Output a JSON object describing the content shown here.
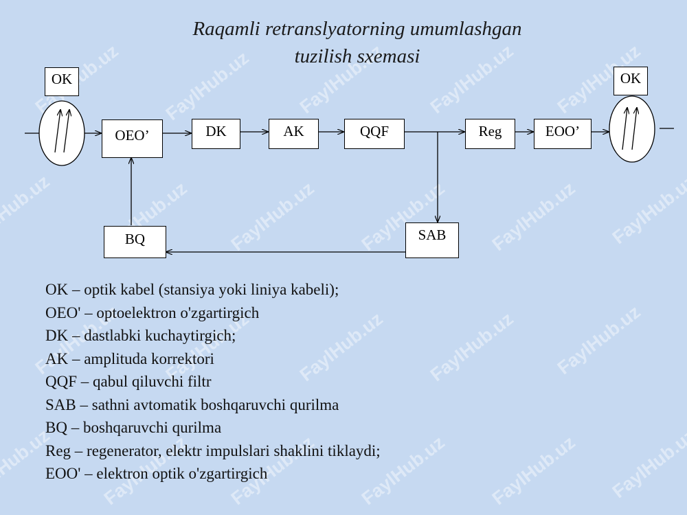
{
  "title_line1": "Raqamli retranslyatorning umumlashgan",
  "title_line2": "tuzilish sxemasi",
  "blocks": {
    "ok_left": "OK",
    "ok_right": "OK",
    "oeo": "OEO’",
    "dk": "DK",
    "ak": "AK",
    "qqf": "QQF",
    "reg": "Reg",
    "eoo": "EOO’",
    "bq": "BQ",
    "sab": "SAB"
  },
  "legend": [
    "OK – optik kabel (stansiya yoki liniya kabeli);",
    "OEO' – optoelektron o'zgartirgich",
    "DK – dastlabki kuchaytirgich;",
    "AK – amplituda korrektori",
    "QQF – qabul qiluvchi filtr",
    "SAB – sathni avtomatik boshqaruvchi qurilma",
    "BQ – boshqaruvchi qurilma",
    "Reg – regenerator, elektr impulslari shaklini tiklaydi;",
    "EOO' – elektron optik o'zgartirgich"
  ],
  "watermark": "FaylHub.uz"
}
